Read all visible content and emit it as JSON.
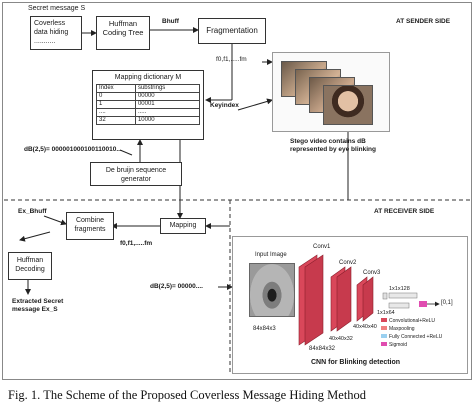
{
  "sender": {
    "heading": "Secret message S",
    "secret_box": {
      "line1": "Coverless",
      "line2": "data hiding",
      "line3": "..........."
    },
    "huffman_box": "Huffman Coding Tree",
    "b_huff": "Bhuff",
    "fragmentation": "Fragmentation",
    "side_label": "AT SENDER SIDE",
    "fragments": "f0,f1,.....fm",
    "key": "Keyindex"
  },
  "mapping_dictionary": {
    "title": "Mapping dictionary M",
    "headers": [
      "Index",
      "substrings"
    ],
    "rows": [
      [
        "0",
        "00000"
      ],
      [
        "1",
        "00001"
      ],
      [
        "....",
        "....."
      ],
      [
        "32",
        "10000"
      ]
    ]
  },
  "db_sequence": "dB(2,5)= 000001000100110010...",
  "de_bruijn_box": "De bruijn sequence generator",
  "stego_caption": {
    "line1": "Stego  video contains dB",
    "line2": "represented by eye blinking"
  },
  "receiver": {
    "side_label": "AT RECEIVER SIDE",
    "ex_bhuff": "Ex_Bhuff",
    "combine_box": "Combine fragments",
    "mapping": "Mapping",
    "fragments": "f0,f1,.....fm",
    "huffman_decoding": "Huffman Decoding",
    "db_short": "dB(2,5)= 00000....",
    "extracted": {
      "line1": "Extracted Secret",
      "line2": "message Ex_S"
    }
  },
  "cnn": {
    "input_label": "Input Image",
    "conv1": "Conv1",
    "conv2": "Conv2",
    "conv3": "Conv3",
    "dim1": "84x84x3",
    "dim2": "84x84x32",
    "dim3": "40x40x32",
    "dim4": "40x40x40",
    "dense1": "1x1x128",
    "dense2": "1x1x64",
    "output": "[0,1]",
    "legend": [
      "Convolutional+ReLU",
      "Maxpooling",
      "Fully Connected +ReLU",
      "Sigmoid"
    ],
    "title": "CNN for Blinking detection"
  },
  "figure_caption": "Fig. 1.   The Scheme of  the Proposed Coverless Message Hiding Method",
  "colors": {
    "conv_layer": "#d9475a",
    "dense": "#e0e0e0",
    "sigmoid": "#e04db0",
    "maxpool": "#f08080",
    "fc": "#9ad0f0"
  }
}
